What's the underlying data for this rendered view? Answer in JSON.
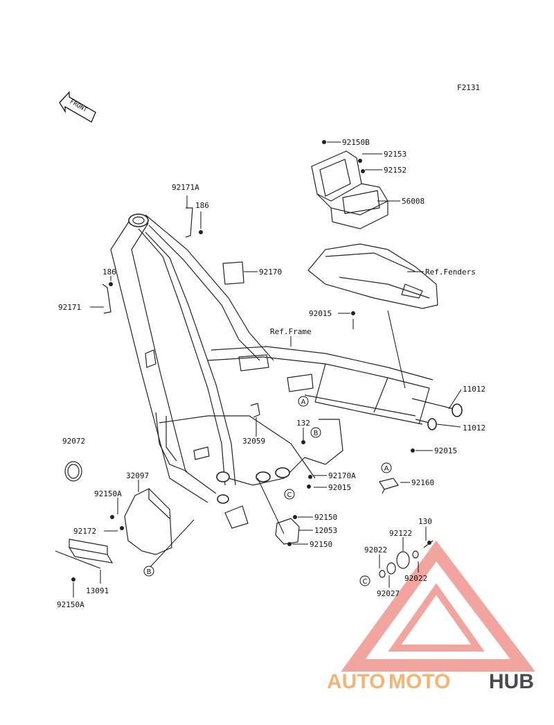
{
  "figure_code": "F2131",
  "front_label": "FRONT",
  "labels": {
    "l_92150B": "92150B",
    "l_92153": "92153",
    "l_92152": "92152",
    "l_56008": "56008",
    "l_92171A": "92171A",
    "l_186a": "186",
    "l_186b": "186",
    "l_92170": "92170",
    "l_92171": "92171",
    "l_ref_fenders": "Ref.Fenders",
    "l_92015a": "92015",
    "l_ref_frame": "Ref.Frame",
    "l_11012a": "11012",
    "l_11012b": "11012",
    "l_132": "132",
    "l_32059": "32059",
    "l_92015b": "92015",
    "l_92072": "92072",
    "l_32097": "32097",
    "l_92170A": "92170A",
    "l_92015c": "92015",
    "l_92160": "92160",
    "l_92150A_a": "92150A",
    "l_92150a": "92150",
    "l_12053": "12053",
    "l_92150b": "92150",
    "l_130": "130",
    "l_92172": "92172",
    "l_92122": "92122",
    "l_92022a": "92022",
    "l_92022b": "92022",
    "l_13091": "13091",
    "l_92027": "92027",
    "l_92150A_b": "92150A"
  },
  "callouts": {
    "a1": "A",
    "a2": "A",
    "b1": "B",
    "b2": "B",
    "c1": "C",
    "c2": "C"
  },
  "watermark": {
    "text_auto": "AUTO",
    "text_moto": "MOTO",
    "text_hub": "HUB",
    "color_auto": "#f5a85a",
    "color_hub": "#2b2b2b",
    "logo_color": "#e85a4f"
  }
}
